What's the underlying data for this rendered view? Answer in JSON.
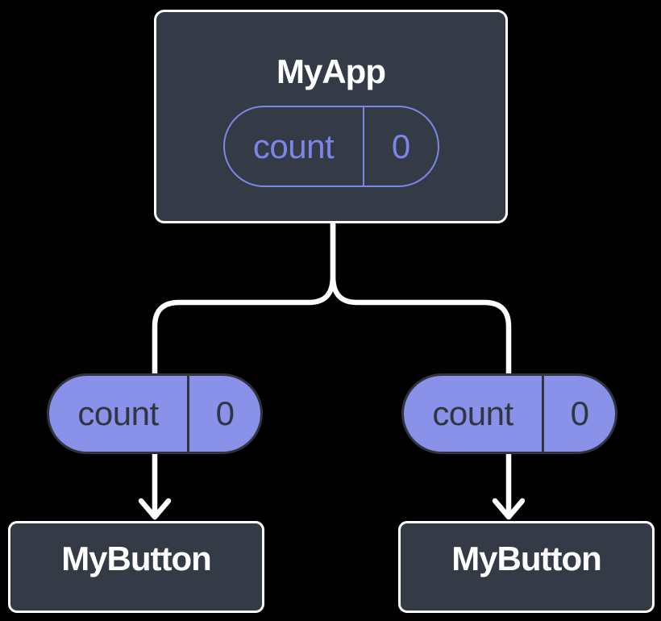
{
  "colors": {
    "background": "#000000",
    "node_fill": "#343A46",
    "node_border": "#FFFFFF",
    "node_text": "#FFFFFF",
    "pill_outline": "#7C86E8",
    "pill_outline_text": "#7C86E8",
    "pill_fill": "#8A91E8",
    "pill_fill_border": "#2F343E",
    "pill_fill_text": "#2F3541",
    "connector": "#FFFFFF"
  },
  "root": {
    "title": "MyApp",
    "state": {
      "label": "count",
      "value": "0"
    }
  },
  "props": [
    {
      "label": "count",
      "value": "0"
    },
    {
      "label": "count",
      "value": "0"
    }
  ],
  "leaves": [
    {
      "title": "MyButton"
    },
    {
      "title": "MyButton"
    }
  ]
}
